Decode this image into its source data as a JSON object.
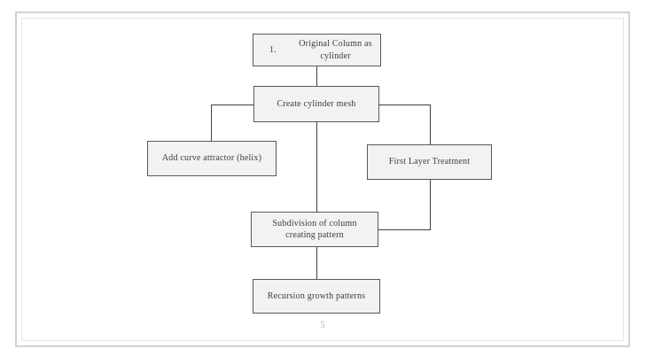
{
  "page": {
    "number": "5"
  },
  "colors": {
    "box_fill": "#f2f2f2",
    "box_border": "#595959",
    "connector": "#404040",
    "text": "#3d3d3d",
    "frame_outer": "#d2d2d2",
    "frame_inner": "#e6e6e6",
    "page_number": "#b3b3b3"
  },
  "flowchart": {
    "nodes": [
      {
        "id": "original-column",
        "number": "1.",
        "label": "Original Column as cylinder"
      },
      {
        "id": "create-cylinder-mesh",
        "label": "Create cylinder mesh"
      },
      {
        "id": "add-curve-attractor",
        "label": "Add curve attractor (helix)"
      },
      {
        "id": "first-layer-treatment",
        "label": "First Layer Treatment"
      },
      {
        "id": "subdivision-of-column",
        "label": "Subdivision of column creating pattern"
      },
      {
        "id": "recursion-growth",
        "label": "Recursion growth patterns"
      }
    ]
  }
}
